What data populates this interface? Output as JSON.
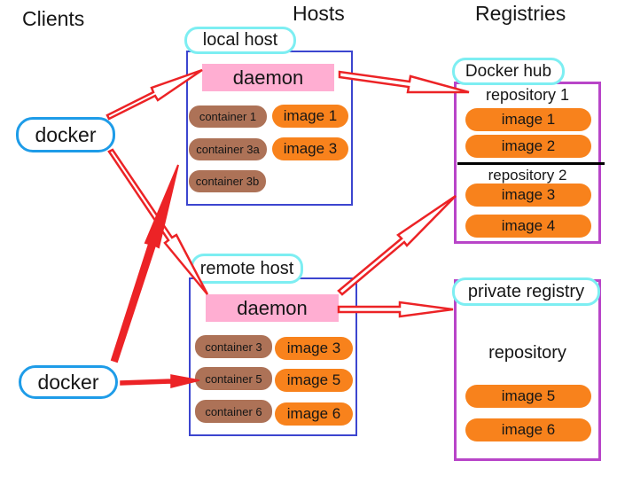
{
  "headers": {
    "clients": "Clients",
    "hosts": "Hosts",
    "registries": "Registries"
  },
  "clients": {
    "docker_top": "docker",
    "docker_bottom": "docker"
  },
  "local_host": {
    "label": "local host",
    "daemon": "daemon",
    "containers": [
      "container 1",
      "container 3a",
      "container 3b"
    ],
    "images": [
      "image 1",
      "image 3"
    ]
  },
  "remote_host": {
    "label": "remote host",
    "daemon": "daemon",
    "containers": [
      "container 3",
      "container 5",
      "container 6"
    ],
    "images": [
      "image 3",
      "image 5",
      "image 6"
    ]
  },
  "docker_hub": {
    "label": "Docker hub",
    "repo1": {
      "name": "repository 1",
      "images": [
        "image 1",
        "image 2"
      ]
    },
    "repo2": {
      "name": "repository 2",
      "images": [
        "image 3",
        "image 4"
      ]
    }
  },
  "private_registry": {
    "label": "private registry",
    "repo_name": "repository",
    "images": [
      "image 5",
      "image 6"
    ]
  },
  "colors": {
    "arrow_red": "#ec2326",
    "host_border_blue": "#3c45cf",
    "client_border_blue": "#1e9ce8",
    "registry_border_purple": "#b845c8",
    "label_border_cyan": "#7deef2",
    "daemon_pink": "#ffaed2",
    "container_brown": "#ad7257",
    "image_orange": "#f8821c"
  }
}
